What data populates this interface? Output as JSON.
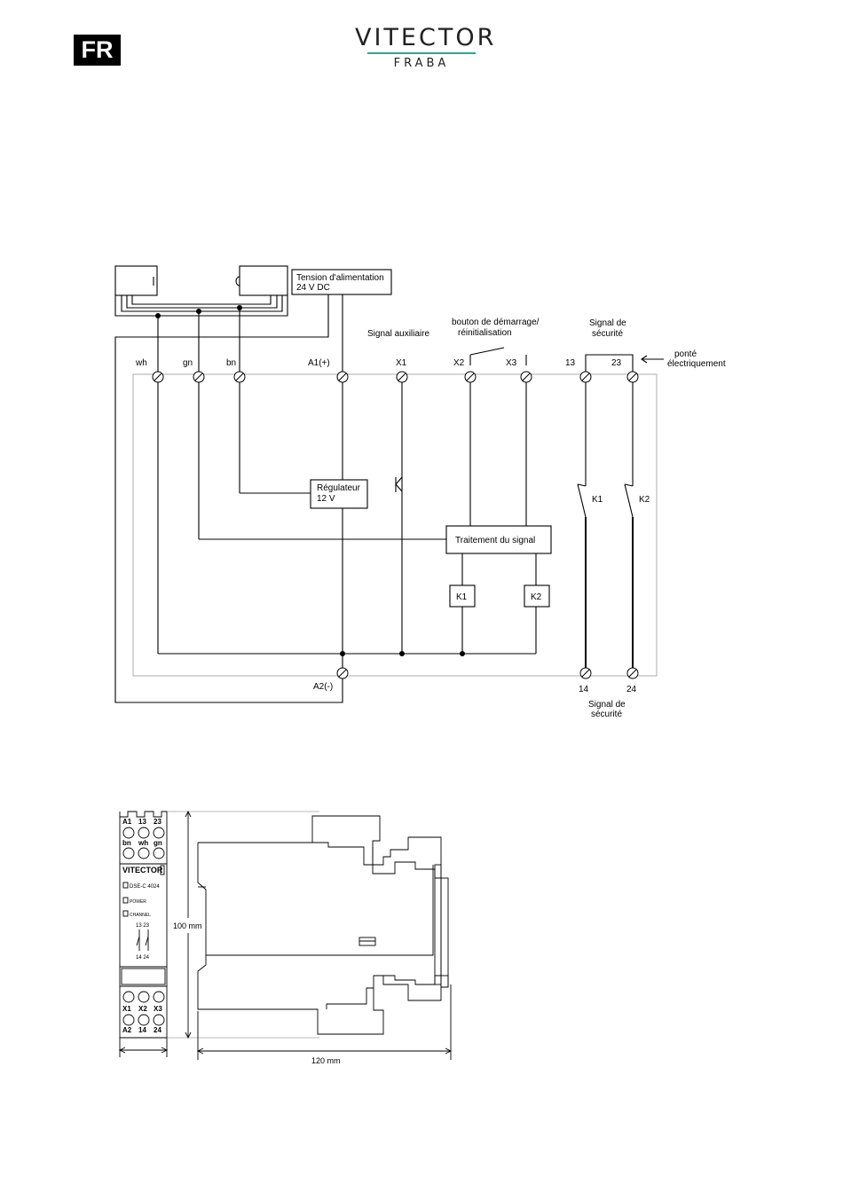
{
  "header": {
    "lang_badge": "FR",
    "logo_brand": "VITECTOR",
    "logo_sub": "FRABA",
    "accent_color": "#2fa58c"
  },
  "wiring": {
    "supply_box_line1": "Tension d'alimentation",
    "supply_box_line2": "24 V DC",
    "terminals_top": [
      "wh",
      "gn",
      "bn",
      "A1(+)",
      "X1",
      "X2",
      "X3",
      "13",
      "23"
    ],
    "signal_aux": "Signal auxiliaire",
    "start_btn_line1": "bouton de démarrage/",
    "start_btn_line2": "réinitialisation",
    "safety_top_line1": "Signal de",
    "safety_top_line2": "sécurité",
    "bridge_line1": "ponté",
    "bridge_line2": "électriquement",
    "regulator_line1": "Régulateur",
    "regulator_line2": "12 V",
    "signal_processing": "Traitement du signal",
    "relay_k1": "K1",
    "relay_k2": "K2",
    "contact_k1": "K1",
    "contact_k2": "K2",
    "terminal_a2": "A2(-)",
    "terminal_14": "14",
    "terminal_24": "24",
    "safety_bottom_line1": "Signal de",
    "safety_bottom_line2": "sécurité"
  },
  "dimensions": {
    "front_labels_top": [
      "A1",
      "13",
      "23"
    ],
    "front_labels_wire": [
      "bn",
      "wh",
      "gn"
    ],
    "front_brand": "VITECTOR",
    "front_model": "DSE-C 4024",
    "front_power": "POWER",
    "front_channel": "CHANNEL",
    "front_contacts_top": "13 23",
    "front_contacts_bottom": "14 24",
    "front_labels_x": [
      "X1",
      "X2",
      "X3"
    ],
    "front_labels_bottom": [
      "A2",
      "14",
      "24"
    ],
    "height_label": "100 mm",
    "width_label": "120 mm"
  }
}
